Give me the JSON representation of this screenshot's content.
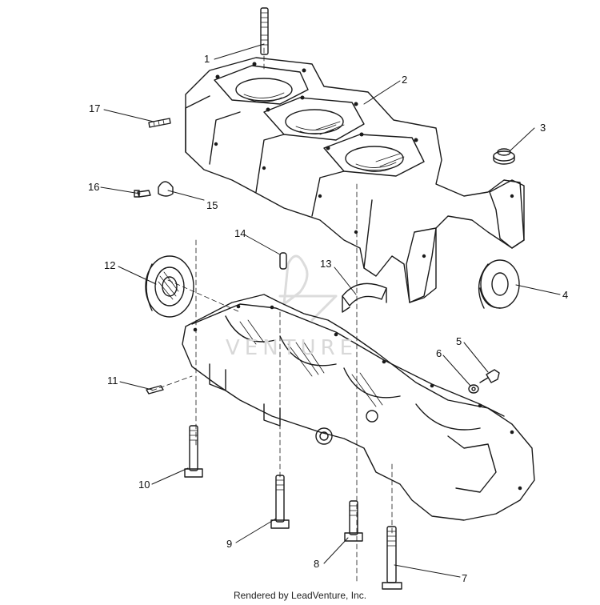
{
  "diagram": {
    "callouts": [
      "1",
      "2",
      "3",
      "4",
      "5",
      "6",
      "7",
      "8",
      "9",
      "10",
      "11",
      "12",
      "13",
      "14",
      "15",
      "16",
      "17"
    ],
    "watermark": "VENTURE",
    "credit": "Rendered by LeadVenture, Inc."
  }
}
